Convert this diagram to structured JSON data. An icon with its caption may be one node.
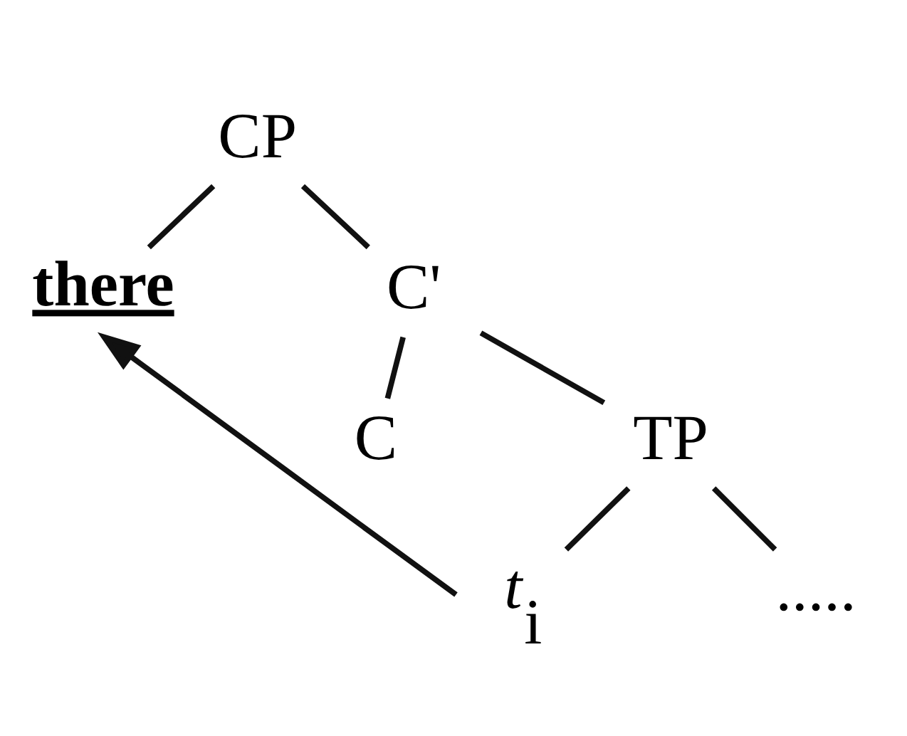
{
  "diagram": {
    "nodes": [
      {
        "text": [
          "CP"
        ]
      },
      {
        "text": [
          "there"
        ]
      },
      {
        "text": [
          "C'"
        ]
      },
      {
        "text": [
          "C"
        ]
      },
      {
        "text": [
          "TP"
        ]
      },
      {
        "text": [
          "*t*$_{i}$"
        ]
      },
      {
        "text": [
          "....."
        ]
      }
    ],
    "edges": [
      {
        "from": 0,
        "to": 1,
        "arrow": "none"
      },
      {
        "from": 0,
        "to": 2,
        "arrow": "none"
      },
      {
        "from": 2,
        "to": 3,
        "arrow": "none"
      },
      {
        "from": 2,
        "to": 4,
        "arrow": "none"
      },
      {
        "from": 4,
        "to": 5,
        "arrow": "none"
      },
      {
        "from": 4,
        "to": 6,
        "arrow": "none"
      },
      {
        "from": 5,
        "to": 1,
        "arrow": "to"
      }
    ]
  }
}
